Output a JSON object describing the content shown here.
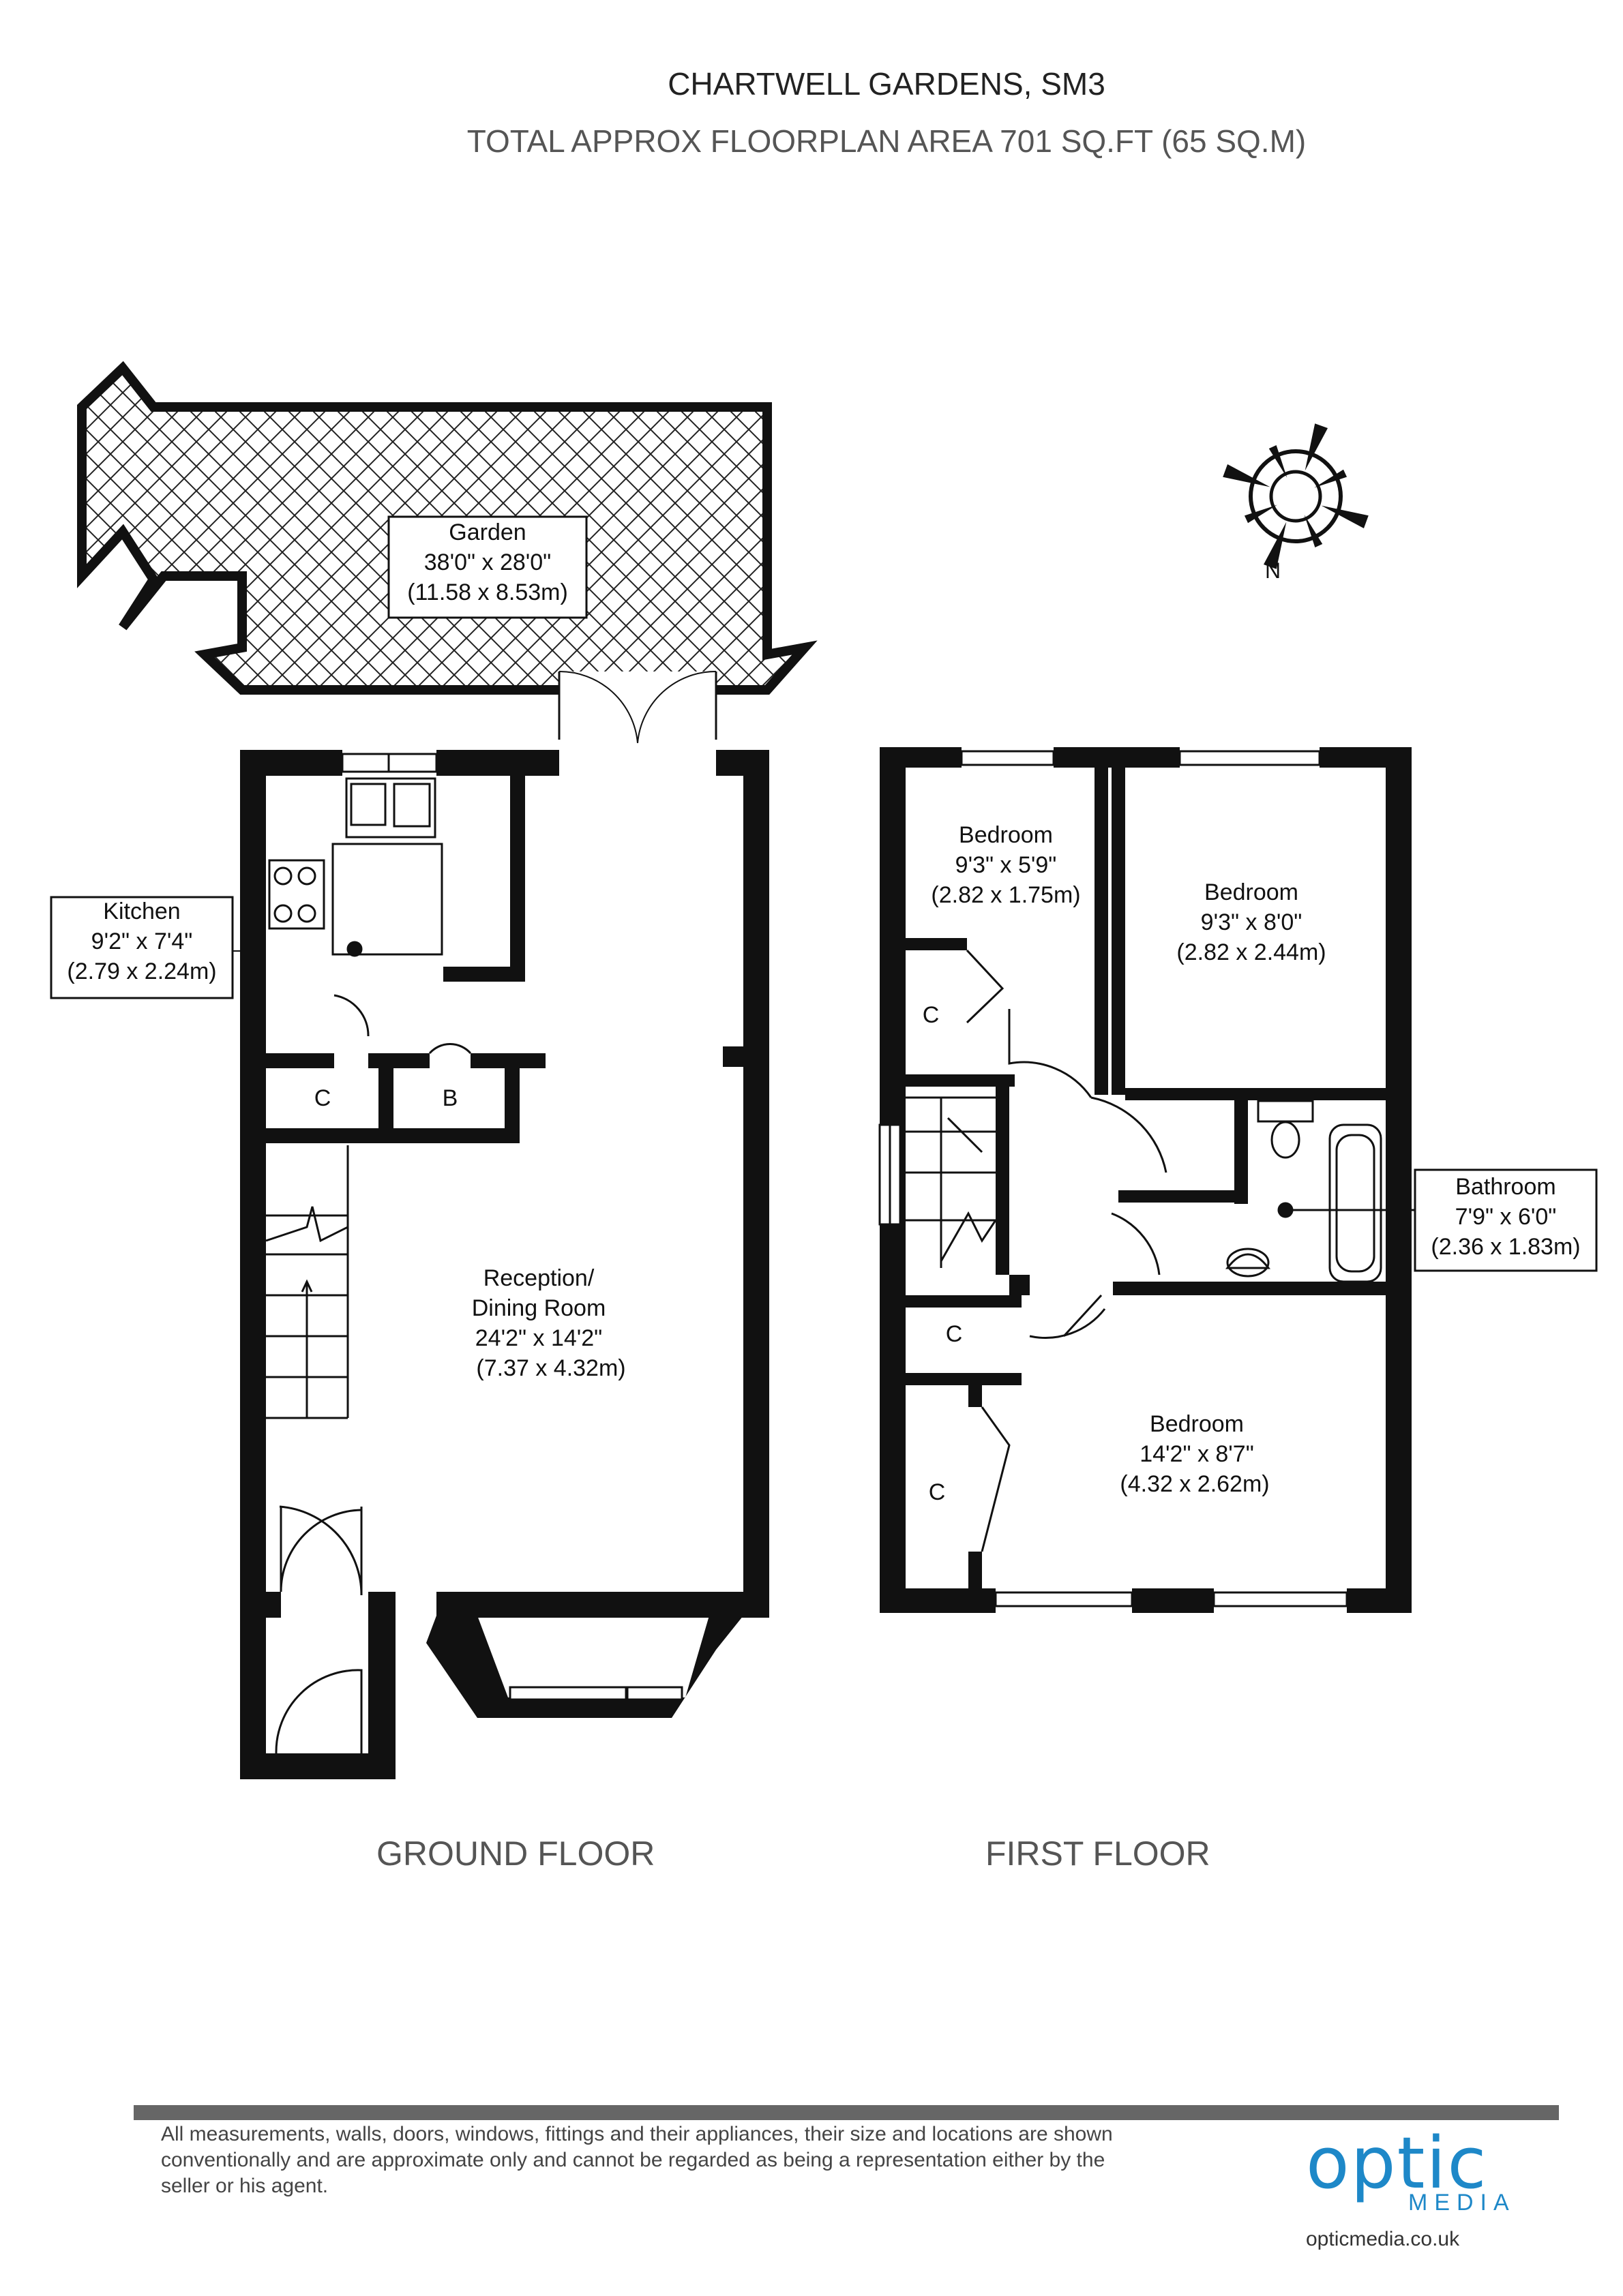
{
  "header": {
    "title": "CHARTWELL GARDENS, SM3",
    "subtitle": "TOTAL APPROX FLOORPLAN AREA 701 SQ.FT (65 SQ.M)"
  },
  "rooms": {
    "garden": {
      "name": "Garden",
      "imperial": "38'0\" x 28'0\"",
      "metric": "(11.58 x 8.53m)"
    },
    "kitchen": {
      "name": "Kitchen",
      "imperial": "9'2\" x 7'4\"",
      "metric": "(2.79 x 2.24m)"
    },
    "reception": {
      "name": "Reception/",
      "name2": "Dining Room",
      "imperial": "24'2\" x 14'2\"",
      "metric": "(7.37 x 4.32m)"
    },
    "bedroom_small": {
      "name": "Bedroom",
      "imperial": "9'3\" x 5'9\"",
      "metric": "(2.82 x 1.75m)"
    },
    "bedroom_mid": {
      "name": "Bedroom",
      "imperial": "9'3\" x 8'0\"",
      "metric": "(2.82 x 2.44m)"
    },
    "bathroom": {
      "name": "Bathroom",
      "imperial": "7'9\" x 6'0\"",
      "metric": "(2.36 x 1.83m)"
    },
    "bedroom_large": {
      "name": "Bedroom",
      "imperial": "14'2\" x 8'7\"",
      "metric": "(4.32 x 2.62m)"
    }
  },
  "cupboard_labels": {
    "c": "C",
    "b": "B"
  },
  "compass": {
    "label": "N"
  },
  "floors": {
    "ground": "GROUND FLOOR",
    "first": "FIRST FLOOR"
  },
  "footer": {
    "disclaimer": "All measurements, walls, doors, windows, fittings and their appliances, their size and locations are shown conventionally and are approximate only and cannot be regarded as being a representation either by the seller or his agent.",
    "logo_word": "optic",
    "logo_sub": "MEDIA",
    "logo_url": "opticmedia.co.uk"
  },
  "colors": {
    "wall": "#111111",
    "accent": "#1e88c8",
    "bar": "#666666"
  }
}
